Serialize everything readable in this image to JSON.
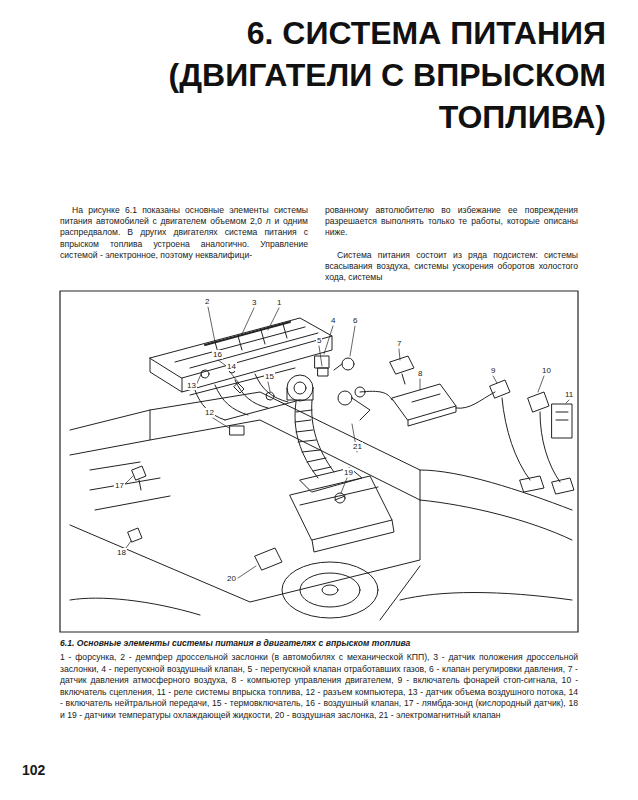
{
  "diagram": {
    "title": "6. СИСТЕМА ПИТАНИЯ (ДВИГАТЕЛИ С ВПРЫСКОМ ТОПЛИВА)",
    "caption": "6.1. Основные элементы системы питания в двигателях с впрыском топлива",
    "labels": [
      "На рисунке 6.1 показаны основные элементы системы питания автомобилей с двигателем объемом 2,0 л и одним распредвалом. В других двигателях система питания с впрыском топлива устроена аналогично. Управление системой - электронное, поэтому неквалифици-",
      "рованному автолюбителю во избежание ее повреждения разрешается выполнять только те работы, которые описаны ниже.",
      "Система питания состоит из ряда подсистем: системы всасывания воздуха, системы ускорения оборотов холостого хода, системы",
      "1",
      "2",
      "3",
      "4",
      "5",
      "6",
      "7",
      "8",
      "9",
      "10",
      "11",
      "12",
      "13",
      "14",
      "15",
      "16",
      "17",
      "18",
      "19",
      "20",
      "21",
      "1 - форсунка, 2 - демпфер дроссельной заслонки (в автомобилях с механической КПП), 3 - датчик положения дроссельной заслонки, 4 - перепускной воздушный клапан, 5 - перепускной клапан отработавших газов, 6 - клапан регулировки давления, 7 - датчик давления атмосферного воздуха, 8 - компьютер управления двигателем, 9 - включатель фонарей стоп-сигнала, 10 - включатель сцепления, 11 - реле системы впрыска топлива, 12 - разъем компьютера, 13 - датчик объема воздушного потока, 14 - включатель нейтральной передачи, 15 - термовключатель, 16 - воздушный клапан, 17 - лямбда-зонд (кислородный датчик), 18 и 19 - датчики температуры охлаждающей жидкости, 20 - воздушная заслонка, 21 - электромагнитный клапан",
      "102"
    ]
  }
}
